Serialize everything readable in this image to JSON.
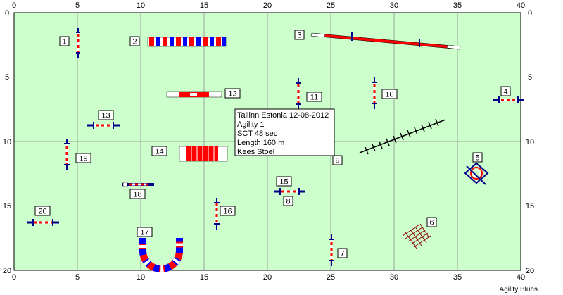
{
  "axes": {
    "x_ticks": [
      "0",
      "5",
      "10",
      "15",
      "20",
      "25",
      "30",
      "35",
      "40"
    ],
    "y_ticks": [
      "0",
      "5",
      "10",
      "15",
      "20"
    ]
  },
  "course_info": {
    "lines": [
      "Tallinn Estonia 12-08-2012",
      "Agility 1",
      "SCT 48 sec",
      "Length 160 m",
      "Kees Stoel"
    ]
  },
  "obstacle_numbers": {
    "n1": "1",
    "n2": "2",
    "n3": "3",
    "n4": "4",
    "n5": "5",
    "n6": "6",
    "n7": "7",
    "n8": "8",
    "n9": "9",
    "n10": "10",
    "n11": "11",
    "n12": "12",
    "n13": "13",
    "n14": "14",
    "n15": "15",
    "n16": "16",
    "n17": "17",
    "n18": "18",
    "n19": "19",
    "n20": "20"
  },
  "brand": "Agility Blues",
  "colors": {
    "field": "#ccffcc",
    "grid": "#a0a0a0",
    "bar_red": "#ff0000",
    "post_blue": "#00008b",
    "tunnel_blue": "#0000ff"
  }
}
